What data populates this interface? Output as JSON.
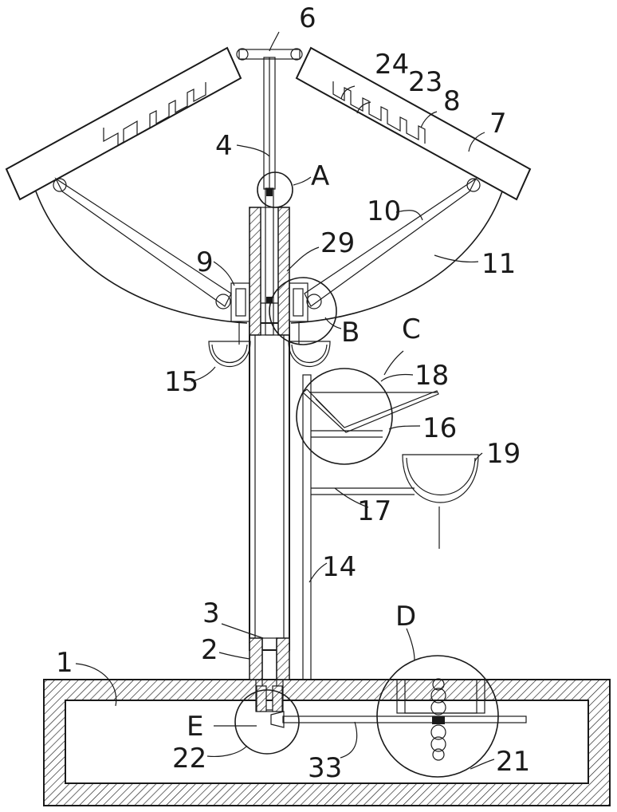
{
  "labels": {
    "l1": "1",
    "l2": "2",
    "l3": "3",
    "l4": "4",
    "l6": "6",
    "l7": "7",
    "l8": "8",
    "l9": "9",
    "l10": "10",
    "l11": "11",
    "l14": "14",
    "l15": "15",
    "l16": "16",
    "l17": "17",
    "l18": "18",
    "l19": "19",
    "l21": "21",
    "l22": "22",
    "l23": "23",
    "l24": "24",
    "l29": "29",
    "l33": "33",
    "lA": "A",
    "lB": "B",
    "lC": "C",
    "lD": "D",
    "lE": "E"
  }
}
